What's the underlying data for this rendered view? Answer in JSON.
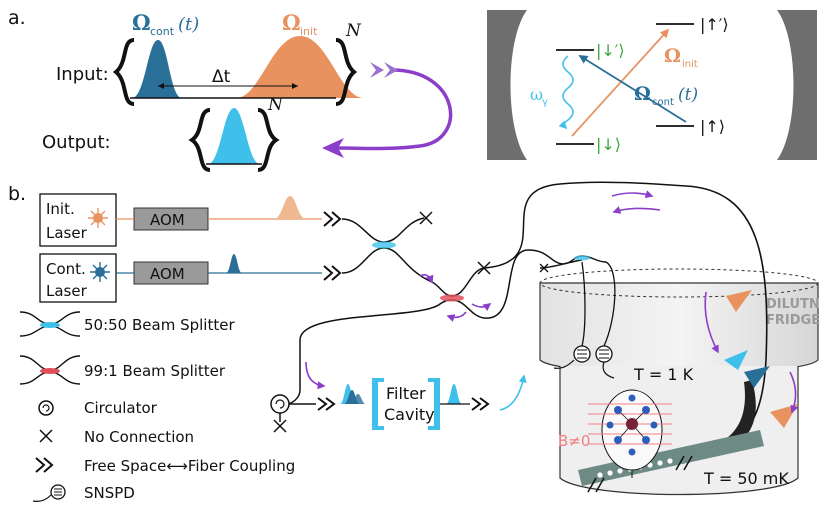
{
  "panel_a": {
    "label": "a.",
    "input_label": "Input:",
    "output_label": "Output:",
    "omega_cont": "Ω",
    "omega_cont_sub": "cont",
    "omega_cont_arg": "(t)",
    "omega_init": "Ω",
    "omega_init_sub": "init",
    "delta_t": "Δt",
    "n_label": "N",
    "n_label_2": "N",
    "level_down": "|↓⟩",
    "level_down_prime": "|↓′⟩",
    "level_up": "|↑⟩",
    "level_up_prime": "|↑′⟩",
    "omega_gamma": "ω",
    "omega_gamma_sub": "γ"
  },
  "panel_b": {
    "label": "b.",
    "init_laser": [
      "Init.",
      "Laser"
    ],
    "cont_laser": [
      "Cont.",
      "Laser"
    ],
    "aom": "AOM",
    "filter_cavity": [
      "Filter",
      "Cavity"
    ],
    "fridge_label": [
      "DILUTN",
      "FRIDGE"
    ],
    "t_1k": "T = 1 K",
    "t_50mk": "T = 50 mK",
    "b_field": "B≠0"
  },
  "legend": {
    "splitter_5050": "50:50 Beam Splitter",
    "splitter_991": "99:1 Beam Splitter",
    "circulator": "Circulator",
    "no_connection": "No Connection",
    "coupling": "Free Space⟷Fiber Coupling",
    "snspd": "SNSPD"
  },
  "colors": {
    "cont_blue": "#2a6f98",
    "init_orange": "#e8935f",
    "output_cyan": "#3fc0ea",
    "purple": "#8a3ec9",
    "green": "#3aa83a",
    "gray_box": "#8f8f8f",
    "bracket_gray": "#6e6e6e"
  }
}
